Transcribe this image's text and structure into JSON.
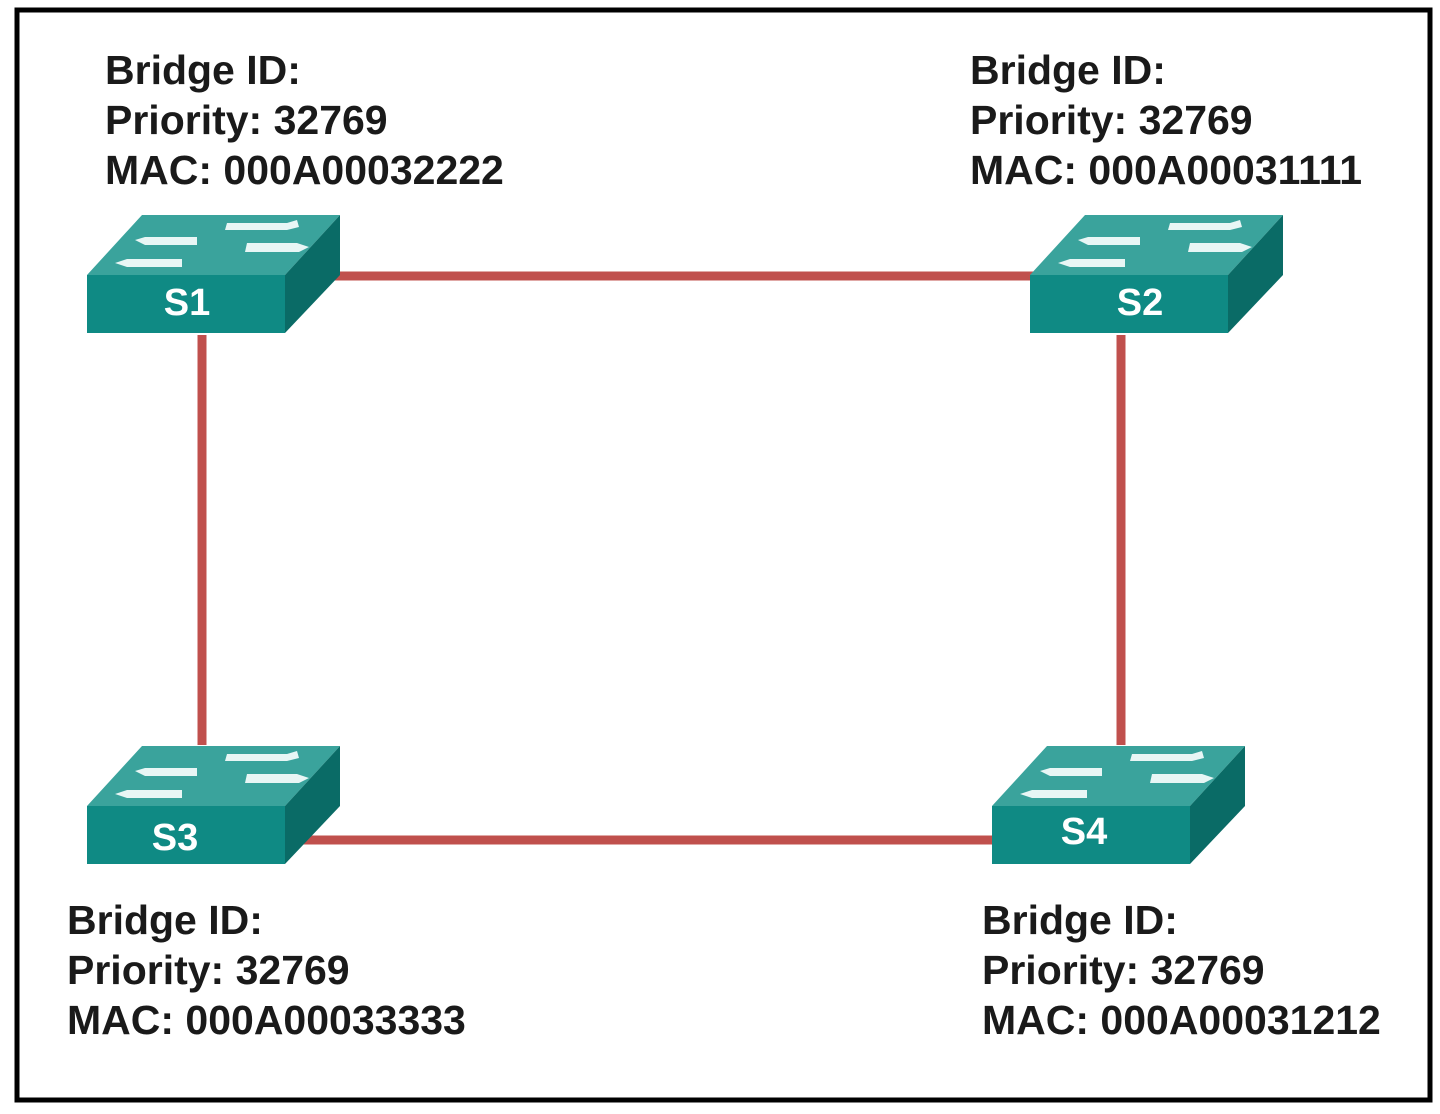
{
  "colors": {
    "link": "#c0504d",
    "switch_front": "#0f8a84",
    "switch_top": "#3aa39c",
    "switch_side": "#0a6b66",
    "border": "#000000"
  },
  "switches": [
    {
      "id": "S1",
      "label": "S1",
      "bridge_id_label": "Bridge ID:",
      "priority_text": "Priority: 32769",
      "mac_text": "MAC: 000A00032222"
    },
    {
      "id": "S2",
      "label": "S2",
      "bridge_id_label": "Bridge ID:",
      "priority_text": "Priority: 32769",
      "mac_text": "MAC: 000A00031111"
    },
    {
      "id": "S3",
      "label": "S3",
      "bridge_id_label": "Bridge ID:",
      "priority_text": "Priority: 32769",
      "mac_text": "MAC: 000A00033333"
    },
    {
      "id": "S4",
      "label": "S4",
      "bridge_id_label": "Bridge ID:",
      "priority_text": "Priority: 32769",
      "mac_text": "MAC: 000A00031212"
    }
  ],
  "links": [
    {
      "from": "S1",
      "to": "S2"
    },
    {
      "from": "S1",
      "to": "S3"
    },
    {
      "from": "S2",
      "to": "S4"
    },
    {
      "from": "S3",
      "to": "S4"
    }
  ]
}
